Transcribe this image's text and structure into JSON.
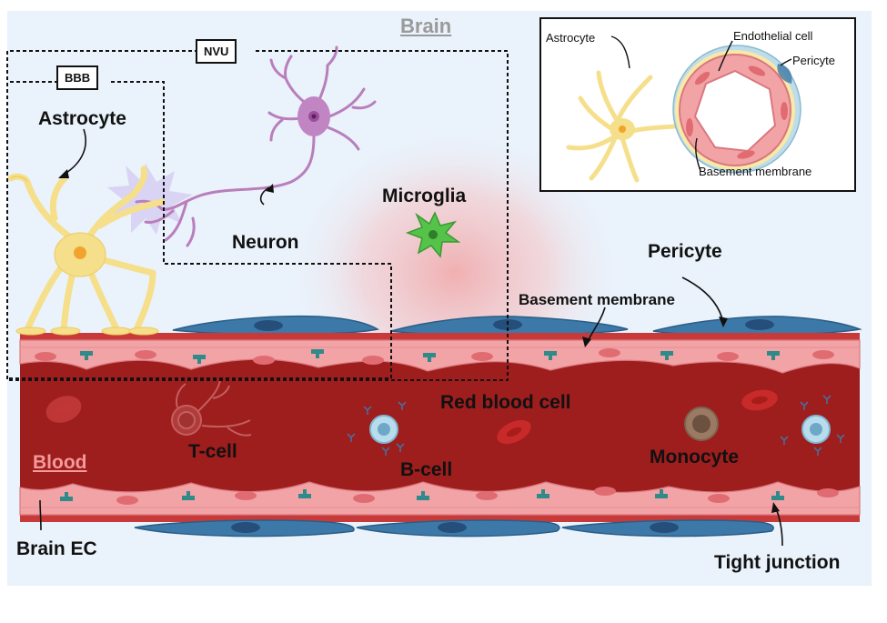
{
  "labels": {
    "brain": "Brain",
    "nvu": "NVU",
    "bbb": "BBB",
    "astrocyte": "Astrocyte",
    "neuron": "Neuron",
    "microglia": "Microglia",
    "pericyte": "Pericyte",
    "basement_membrane": "Basement membrane",
    "red_blood_cell": "Red blood cell",
    "t_cell": "T-cell",
    "b_cell": "B-cell",
    "monocyte": "Monocyte",
    "blood": "Blood",
    "brain_ec": "Brain EC",
    "tight_junction": "Tight junction"
  },
  "inset": {
    "astrocyte": "Astrocyte",
    "endothelial_cell": "Endothelial cell",
    "pericyte": "Pericyte",
    "basement_membrane": "Basement membrane"
  },
  "colors": {
    "brain_bg": "#eaf2fb",
    "vessel_lumen": "#9e1d1d",
    "endothelium": "#f2a3a6",
    "endothelium_nucleus": "#e06c72",
    "pericyte": "#3d79a8",
    "astrocyte": "#f6df8a",
    "neuron": "#c285c3",
    "microglia": "#55c24a",
    "tight_junction": "#2f8a8a",
    "blood_label": "#f39a9a",
    "brain_label": "#9a9a9a"
  }
}
